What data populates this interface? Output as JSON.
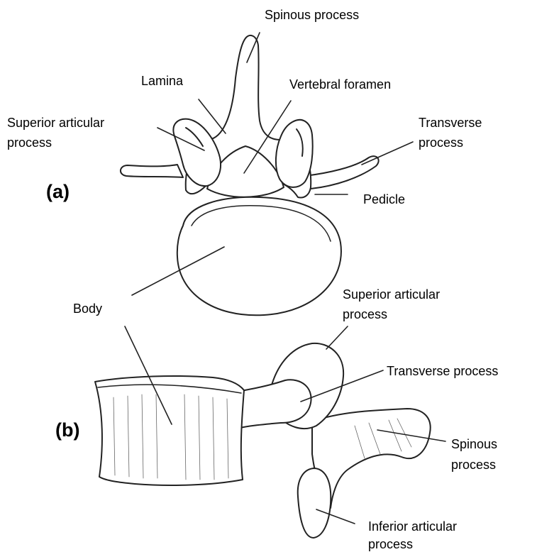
{
  "panel_a": {
    "letter": "(a)",
    "labels": {
      "spinous_process": "Spinous process",
      "lamina": "Lamina",
      "vertebral_foramen": "Vertebral foramen",
      "superior_articular_line1": "Superior articular",
      "superior_articular_line2": "process",
      "transverse_line1": "Transverse",
      "transverse_line2": "process",
      "pedicle": "Pedicle",
      "body": "Body"
    }
  },
  "panel_b": {
    "letter": "(b)",
    "labels": {
      "superior_articular_line1": "Superior articular",
      "superior_articular_line2": "process",
      "transverse_process": "Transverse process",
      "spinous_line1": "Spinous",
      "spinous_line2": "process",
      "inferior_articular_line1": "Inferior articular",
      "inferior_articular_line2": "process"
    }
  }
}
